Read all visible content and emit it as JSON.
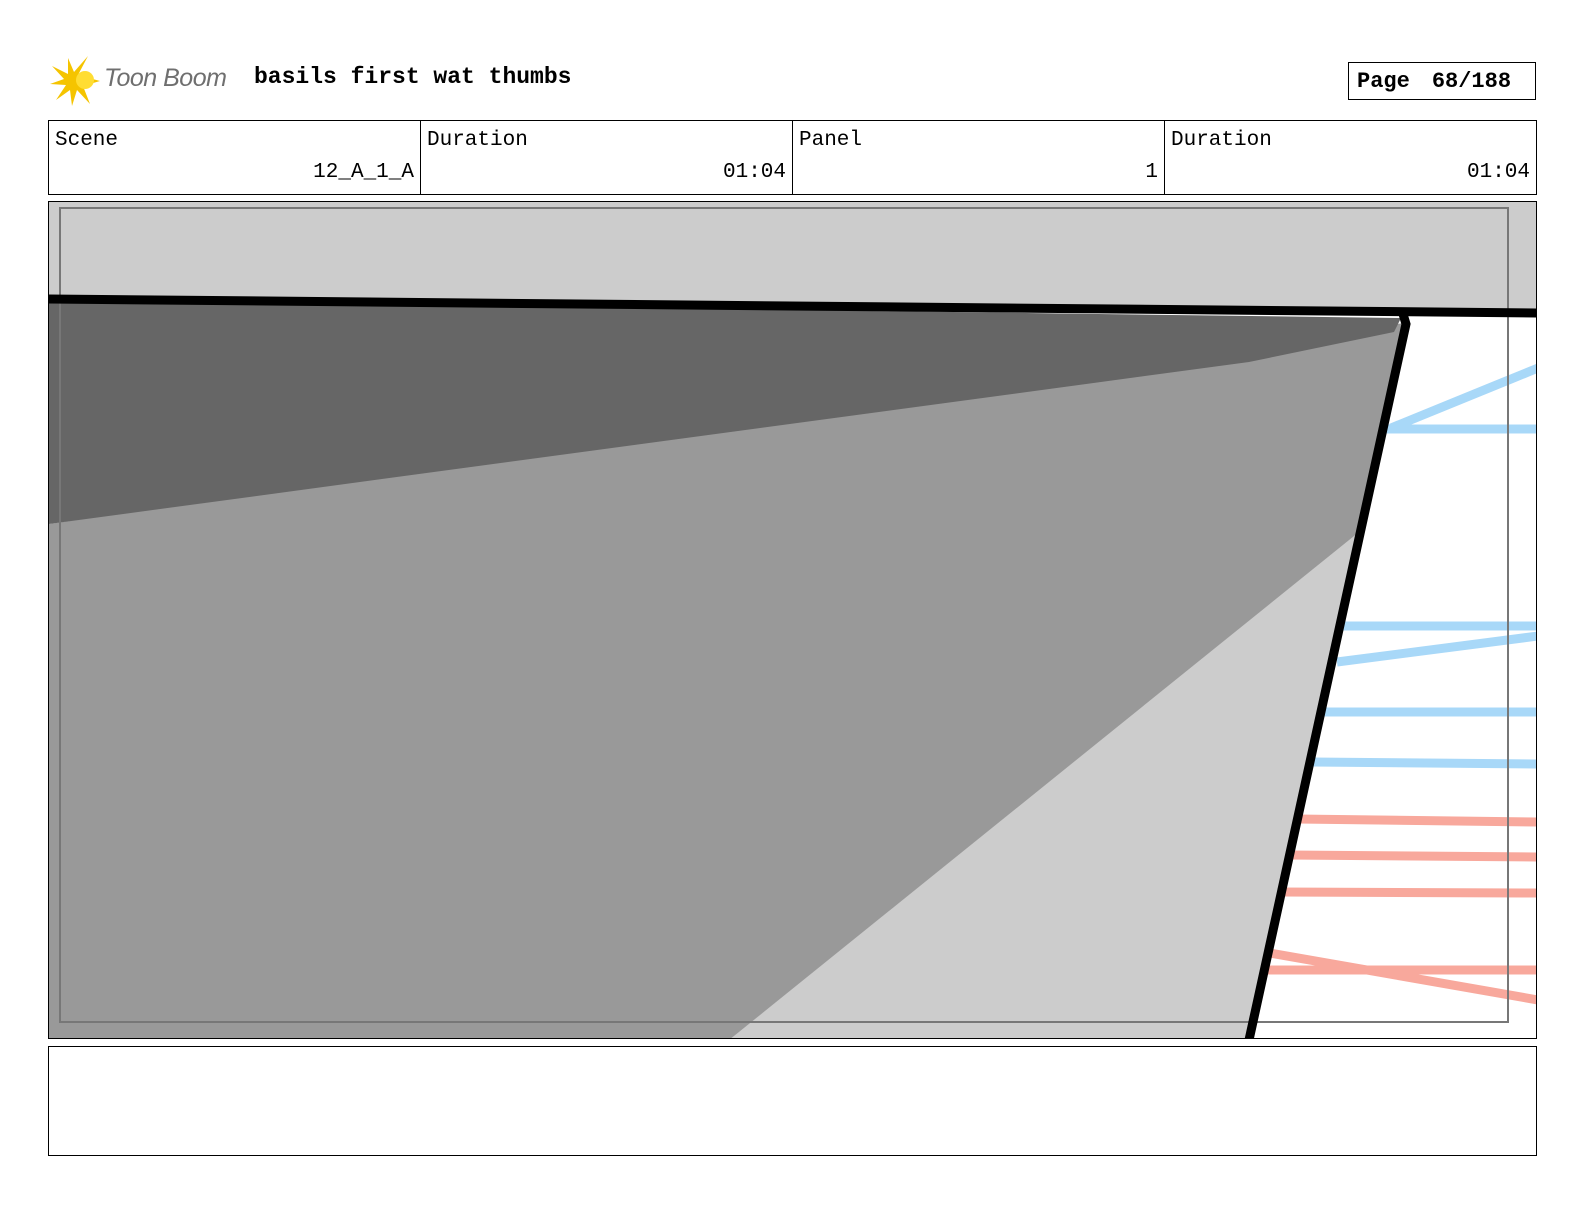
{
  "header": {
    "logo_text": "Toon Boom",
    "project_title": "basils first wat thumbs",
    "page_label": "Page",
    "page_number": "68/188"
  },
  "info": {
    "scene_label": "Scene",
    "scene_value": "12_A_1_A",
    "scene_duration_label": "Duration",
    "scene_duration_value": "01:04",
    "panel_label": "Panel",
    "panel_value": "1",
    "panel_duration_label": "Duration",
    "panel_duration_value": "01:04"
  },
  "notes": "",
  "colors": {
    "logo_burst": "#f5c400",
    "sky_gray": "#cccccc",
    "dark_gray": "#666666",
    "mid_gray": "#999999",
    "light_gray": "#cccccc",
    "blue_lines": "#a8d8f8",
    "red_lines": "#f8a89c"
  }
}
